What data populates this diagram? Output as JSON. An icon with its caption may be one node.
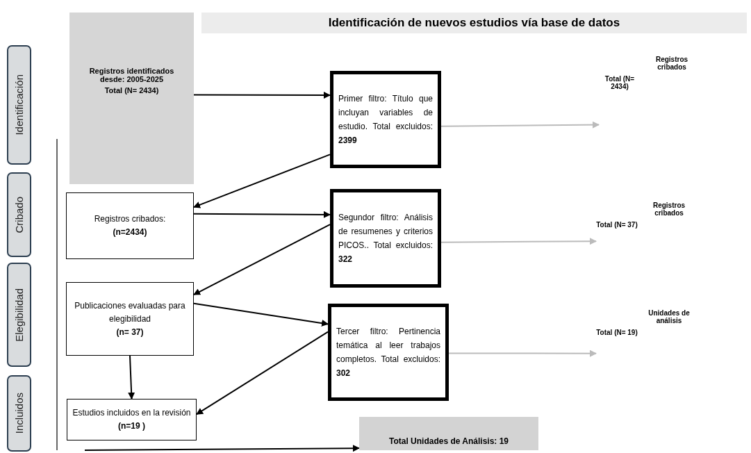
{
  "diagram": {
    "title": "Identificación de nuevos estudios vía base de datos",
    "nodes": [
      {
        "text": [
          "Identificación"
        ]
      },
      {
        "text": [
          "Cribado"
        ]
      },
      {
        "text": [
          "Elegibilidad"
        ]
      },
      {
        "text": [
          "Incluidos"
        ]
      },
      {
        "text": [
          "Registros identificados desde: 2005-2025",
          "Total (N= 2434)"
        ]
      },
      {
        "text": [
          "Primer filtro: Título que incluyan variables de estudio. Total excluidos: **2399**"
        ]
      },
      {
        "text": [
          "Registros cribados:",
          "(n=2434)"
        ]
      },
      {
        "text": [
          "Segundor filtro: Análisis de resumenes y criterios PICOS.. Total excluidos: **322**"
        ]
      },
      {
        "text": [
          "Publicaciones evaluadas para elegibilidad",
          "**(n= 37**)"
        ]
      },
      {
        "text": [
          "Tercer filtro: Pertinencia temática al leer trabajos completos. Total excluidos: **302**"
        ]
      },
      {
        "text": [
          "Estudios incluidos en la revisión",
          "(n=19 )"
        ]
      },
      {
        "text": [
          "Total Unidades de Análisis: 19"
        ]
      },
      {
        "text": [
          "Registros cribados",
          "Total (N= 2434)"
        ]
      },
      {
        "text": [
          "Registros cribados",
          "Total (N= 37)"
        ]
      },
      {
        "text": [
          "Unidades de análisis",
          "Total (N= 19)"
        ]
      }
    ],
    "edges": [
      {
        "from": 4,
        "to": 5,
        "arrow": "to"
      },
      {
        "from": 5,
        "to": 6,
        "arrow": "to"
      },
      {
        "from": 6,
        "to": 7,
        "arrow": "to"
      },
      {
        "from": 7,
        "to": 8,
        "arrow": "to"
      },
      {
        "from": 8,
        "to": 9,
        "arrow": "to"
      },
      {
        "from": 8,
        "to": 10,
        "arrow": "to"
      },
      {
        "from": 9,
        "to": 10,
        "arrow": "to"
      },
      {
        "from": null,
        "to": 11,
        "arrow": "to"
      },
      {
        "from": 5,
        "to": 12,
        "arrow": "to",
        "color": "#bbbbbb"
      },
      {
        "from": 7,
        "to": 13,
        "arrow": "to",
        "color": "#bbbbbb"
      },
      {
        "from": 9,
        "to": 14,
        "arrow": "to",
        "color": "#bbbbbb"
      }
    ]
  }
}
